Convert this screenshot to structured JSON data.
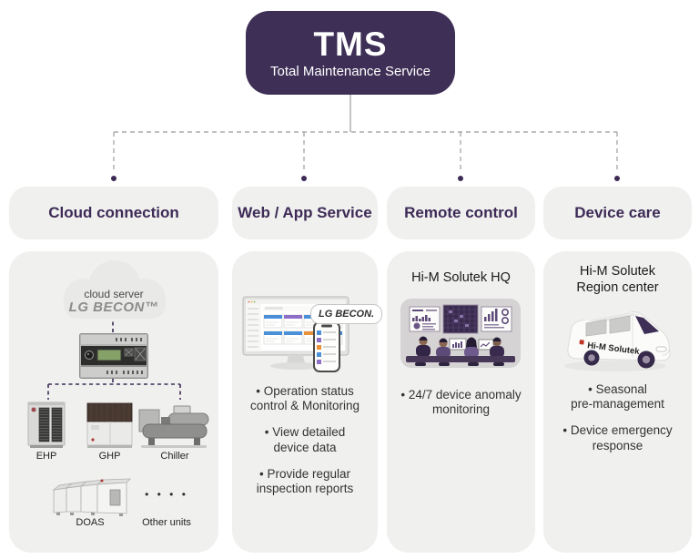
{
  "tms": {
    "title": "TMS",
    "subtitle": "Total Maintenance Service"
  },
  "colors": {
    "primary_purple": "#3e2f56",
    "panel_gray": "#f0f0ef",
    "connector_gray": "#ababab",
    "dash_purple": "#3d2b56",
    "tile_blue": "#4a90d9",
    "tile_purple": "#8e6fc8",
    "tile_orange": "#e8913a"
  },
  "columns": [
    {
      "header": "Cloud connection",
      "cloud_label": "cloud server",
      "cloud_brand": "LG BECON™",
      "devices": [
        {
          "label": "EHP"
        },
        {
          "label": "GHP"
        },
        {
          "label": "Chiller"
        },
        {
          "label": "DOAS"
        },
        {
          "label": "Other units"
        }
      ],
      "other_units_dots": "• • • •"
    },
    {
      "header": "Web / App Service",
      "brand_badge": "LG BECON.",
      "bullets": [
        {
          "line1": "• Operation status",
          "line2": "control & Monitoring"
        },
        {
          "line1": "• View detailed",
          "line2": "device data"
        },
        {
          "line1": "• Provide regular",
          "line2": "inspection reports"
        }
      ]
    },
    {
      "header": "Remote control",
      "location_title": "Hi-M Solutek HQ",
      "bullets": [
        {
          "line1": "• 24/7 device anomaly",
          "line2": "monitoring"
        }
      ]
    },
    {
      "header": "Device care",
      "location_title_line1": "Hi-M Solutek",
      "location_title_line2": "Region center",
      "van_text": "Hi-M Solutek",
      "bullets": [
        {
          "line1": "• Seasonal",
          "line2": "pre-management"
        },
        {
          "line1": "• Device emergency",
          "line2": "response"
        }
      ]
    }
  ]
}
